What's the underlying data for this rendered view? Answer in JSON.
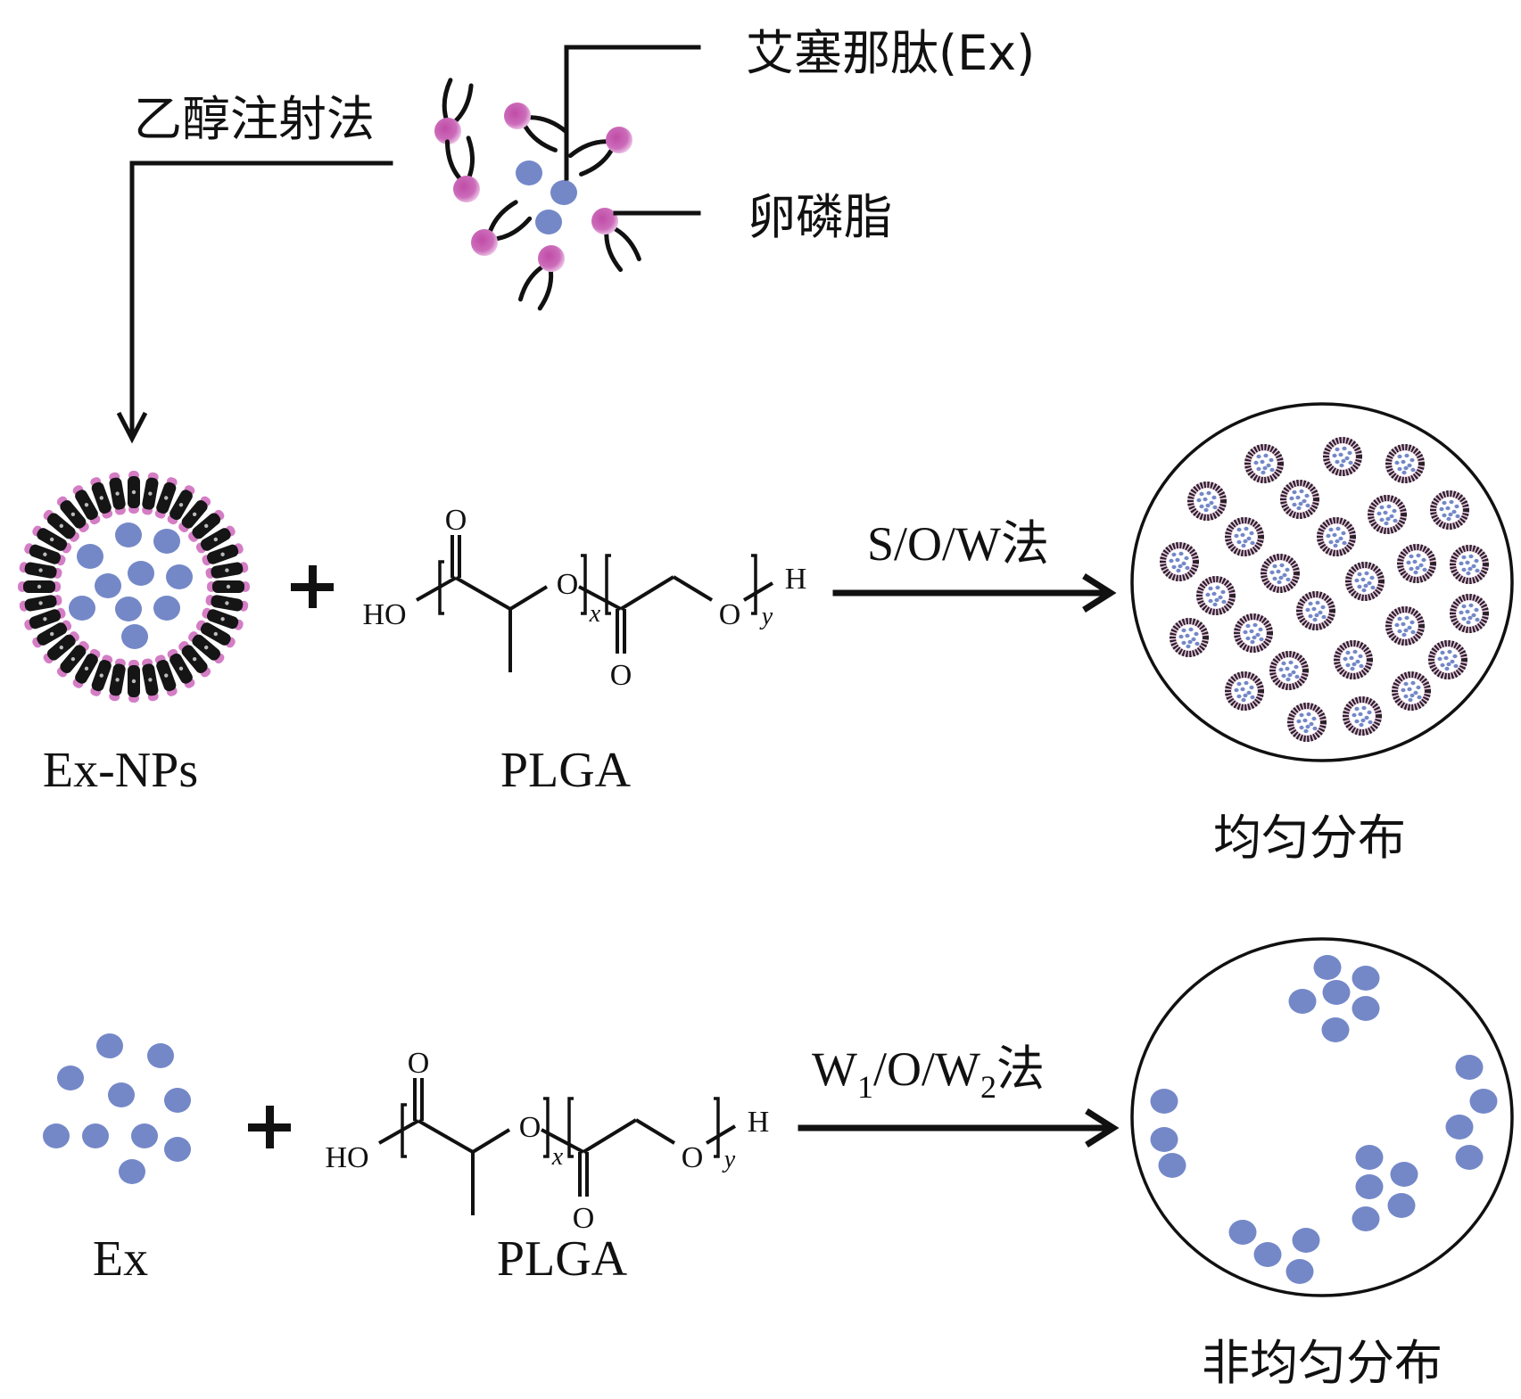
{
  "labels": {
    "ethanol_injection": "乙醇注射法",
    "exenatide": "艾塞那肽(Ex)",
    "lecithin": "卵磷脂",
    "ex_nps": "Ex-NPs",
    "plga_top": "PLGA",
    "sow_method": "S/O/W法",
    "uniform": "均匀分布",
    "ex": "Ex",
    "plga_bottom": "PLGA",
    "w1ow2_method_parts": [
      "W",
      "1",
      "/O/W",
      "2",
      "法"
    ],
    "nonuniform": "非均匀分布"
  },
  "plga_structure": {
    "ho": "HO",
    "o_carbonyl": "O",
    "o_ester": "O",
    "o_terminal": "O",
    "h": "H",
    "sub_x": "x",
    "sub_y": "y",
    "plus": "+"
  },
  "colors": {
    "drug_dot": "#7488c8",
    "lipid_head": "#c45aae",
    "lipid_tail": "#111111",
    "line": "#111111"
  },
  "counts": {
    "lipids_in_top_cluster": 7,
    "drug_dots_top_cluster": 3,
    "drug_dots_in_ex_nps": 10,
    "bilayer_units_in_ex_nps": 36,
    "particles_uniform": 27,
    "free_ex_dots": 10,
    "clusters_nonuniform": 5,
    "dots_nonuniform": 22
  }
}
